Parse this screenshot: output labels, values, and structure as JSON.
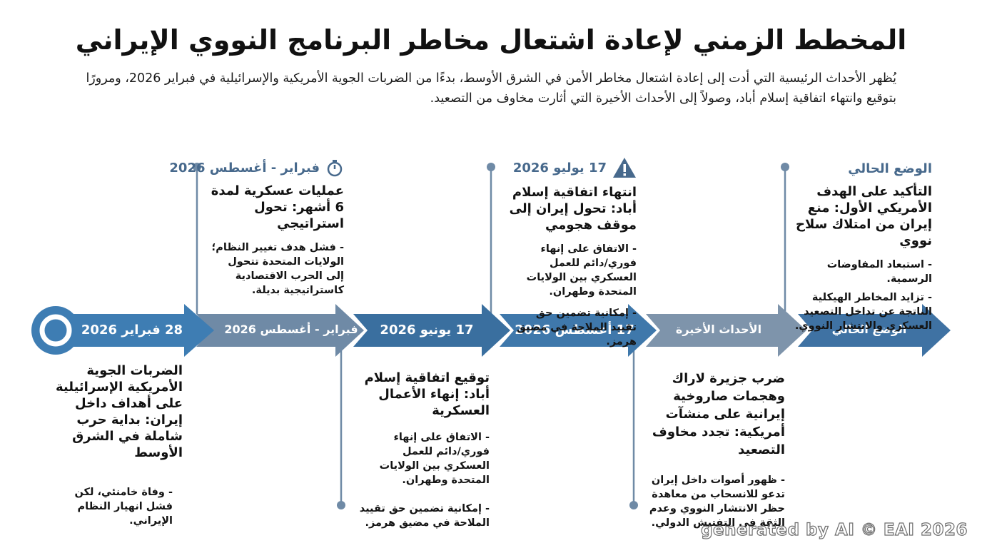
{
  "title": "المخطط الزمني لإعادة اشتعال مخاطر البرنامج النووي الإيراني",
  "subtitle": "يُظهر الأحداث الرئيسية التي أدت إلى إعادة اشتعال مخاطر الأمن في الشرق الأوسط، بدءًا من الضربات الجوية الأمريكية والإسرائيلية في فبراير 2026، ومرورًا بتوقيع وانتهاء اتفاقية إسلام أباد، وصولاً إلى الأحداث الأخيرة التي أثارت مخاوف من التصعيد.",
  "bands": [
    {
      "label": "28 فبراير 2026",
      "color": "#3e7db3"
    },
    {
      "label": "فبراير - أغسطس 2026",
      "color": "#6f8aa6"
    },
    {
      "label": "17 يونيو 2026",
      "color": "#3a6f9f"
    },
    {
      "label": "17 أغسطس 2026",
      "color": "#3f78ab"
    },
    {
      "label": "الأحداث الأخيرة",
      "color": "#7e94ab"
    },
    {
      "label": "الوضع الحالي",
      "color": "#3f72a3"
    }
  ],
  "events": {
    "feb28": {
      "title": "الضربات الجوية الأمريكية الإسرائيلية على أهداف داخل إيران: بداية حرب شاملة في الشرق الأوسط",
      "bullet1": "- وفاة خامنئي، لكن فشل انهيار النظام الإيراني."
    },
    "febaug": {
      "date": "فبراير - أغسطس 2026",
      "icon": "stopwatch-icon",
      "title": "عمليات عسكرية لمدة 6 أشهر: تحول استراتيجي",
      "bullet1": "- فشل هدف تغيير النظام؛ الولايات المتحدة تتحول إلى الحرب الاقتصادية كاستراتيجية بديلة."
    },
    "jun17": {
      "title": "توقيع اتفاقية إسلام أباد: إنهاء الأعمال العسكرية",
      "bullet1": "- الاتفاق على إنهاء فوري/دائم للعمل العسكري بين الولايات المتحدة وطهران.",
      "bullet2": "- إمكانية تضمين حق تقييد الملاحة في مضيق هرمز."
    },
    "aug17": {
      "date": "17 يوليو 2026",
      "icon": "warning-icon",
      "title": "انتهاء اتفاقية إسلام أباد: تحول إيران إلى موقف هجومي",
      "bullet1": "- الاتفاق على إنهاء فوري/دائم للعمل العسكري بين الولايات المتحدة وطهران.",
      "bullet2": "- إمكانية تضمين حق تقييد الملاحة في مضيق هرمز."
    },
    "recent": {
      "title": "ضرب جزيرة لاراك وهجمات صاروخية إيرانية على منشآت أمريكية: تجدد مخاوف التصعيد",
      "bullet1": "- ظهور أصوات داخل إيران تدعو للانسحاب من معاهدة حظر الانتشار النووي وعدم الثقة في التفتيش الدولي."
    },
    "current": {
      "date": "الوضع الحالي",
      "title": "التأكيد على الهدف الأمريكي الأول: منع إيران من امتلاك سلاح نووي",
      "bullet1": "- استبعاد المفاوضات الرسمية.",
      "bullet2": "- تزايد المخاطر الهيكلية الناتجة عن تداخل التصعيد العسكري والانتشار النووي."
    }
  },
  "watermark": "generated by AI © EAI 2026"
}
